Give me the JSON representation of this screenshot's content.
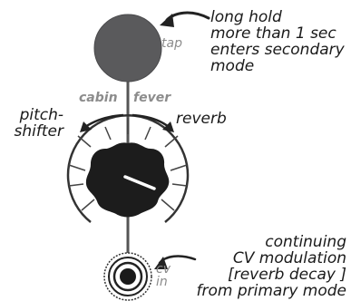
{
  "button": {
    "label": "tap",
    "note": [
      "long hold",
      "more than 1 sec",
      "enters secondary",
      "mode"
    ]
  },
  "knob": {
    "left_mode": "cabin",
    "right_mode": "fever",
    "left_label": [
      "pitch-",
      "shifter"
    ],
    "right_label": "reverb"
  },
  "jack": {
    "label": [
      "cv",
      "in"
    ],
    "note": [
      "continuing",
      "CV modulation",
      "[reverb decay ]",
      "from primary mode"
    ]
  },
  "colors": {
    "button_fill": "#5a5a5c",
    "knob_fill": "#1c1c1c",
    "line": "#444444",
    "label_gray": "#8c8c8c",
    "text": "#1a1a1a"
  }
}
